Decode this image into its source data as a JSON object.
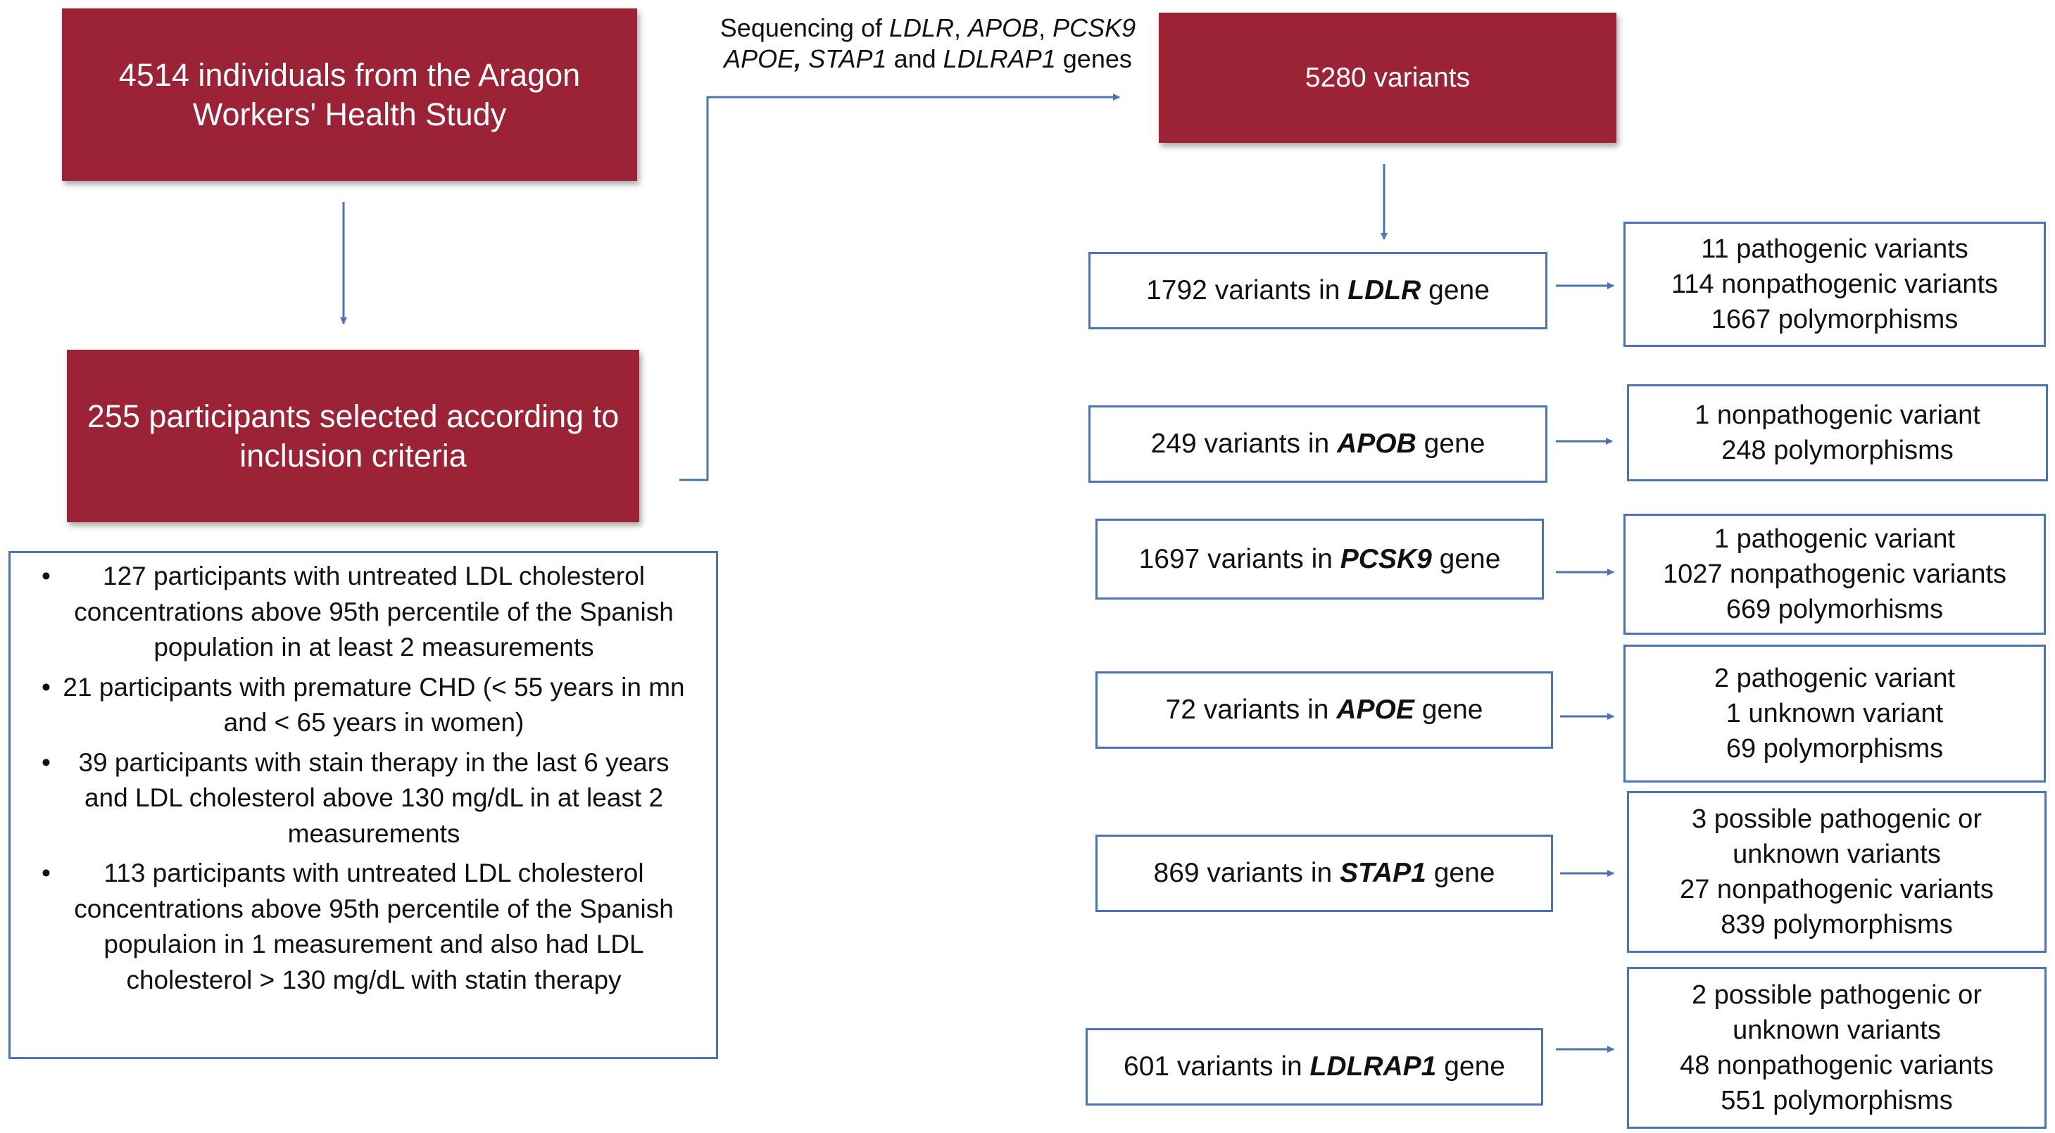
{
  "start_box": "4514 individuals from the Aragon Workers' Health Study",
  "selected_box": "255 participants selected according to inclusion criteria",
  "criteria": [
    "127 participants with untreated LDL cholesterol concentrations above 95th percentile of the Spanish population in at least 2 measurements",
    "21 participants with premature CHD (< 55 years in mn and < 65 years in women)",
    "39 participants with stain therapy in the last 6 years and LDL cholesterol above 130 mg/dL in at least 2 measurements",
    "113 participants with untreated LDL cholesterol concentrations above 95th percentile of the Spanish populaion in 1 measurement and also had LDL cholesterol > 130 mg/dL with statin therapy"
  ],
  "sequencing": {
    "prefix": "Sequencing of",
    "genes_line1": [
      "LDLR",
      "APOB",
      "PCSK9"
    ],
    "genes_line2a": "APOE",
    "genes_line2b": "STAP1",
    "and_word": "and",
    "gene_last": "LDLRAP1",
    "suffix": "genes"
  },
  "variants_box": "5280 variants",
  "genes": [
    {
      "count": "1792 variants in",
      "gene": "LDLR",
      "suffix": "gene",
      "results": [
        "11 pathogenic variants",
        "114 nonpathogenic variants",
        "1667 polymorphisms"
      ]
    },
    {
      "count": "249 variants in",
      "gene": "APOB",
      "suffix": "gene",
      "results": [
        "1 nonpathogenic variant",
        "248 polymorphisms"
      ]
    },
    {
      "count": "1697 variants in",
      "gene": "PCSK9",
      "suffix": "gene",
      "results": [
        "1 pathogenic variant",
        "1027 nonpathogenic variants",
        "669 polymorhisms"
      ]
    },
    {
      "count": "72 variants in",
      "gene": "APOE",
      "suffix": "gene",
      "results": [
        "2 pathogenic variant",
        "1 unknown variant",
        "69 polymorphisms"
      ]
    },
    {
      "count": "869 variants in",
      "gene": "STAP1",
      "suffix": "gene",
      "results": [
        "3 possible pathogenic or",
        "unknown variants",
        "27 nonpathogenic variants",
        "839 polymorphisms"
      ]
    },
    {
      "count": "601 variants in",
      "gene": "LDLRAP1",
      "suffix": "gene",
      "results": [
        "2 possible pathogenic or",
        "unknown variants",
        "48 nonpathogenic variants",
        "551 polymorphisms"
      ]
    }
  ],
  "colors": {
    "box_fill": "#9b2335",
    "line": "#4a74b4"
  }
}
